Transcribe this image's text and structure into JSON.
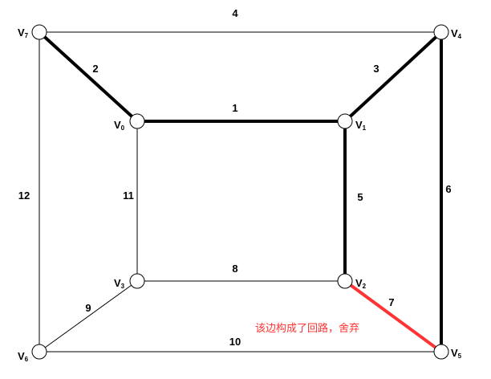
{
  "graph": {
    "vertices": [
      {
        "id": "V0",
        "letter": "V",
        "sub": "0"
      },
      {
        "id": "V1",
        "letter": "V",
        "sub": "1"
      },
      {
        "id": "V2",
        "letter": "V",
        "sub": "2"
      },
      {
        "id": "V3",
        "letter": "V",
        "sub": "3"
      },
      {
        "id": "V4",
        "letter": "V",
        "sub": "4"
      },
      {
        "id": "V5",
        "letter": "V",
        "sub": "5"
      },
      {
        "id": "V6",
        "letter": "V",
        "sub": "6"
      },
      {
        "id": "V7",
        "letter": "V",
        "sub": "7"
      }
    ],
    "edges": [
      {
        "from": "V0",
        "to": "V1",
        "weight": "1",
        "state": "selected"
      },
      {
        "from": "V0",
        "to": "V7",
        "weight": "2",
        "state": "selected"
      },
      {
        "from": "V1",
        "to": "V4",
        "weight": "3",
        "state": "selected"
      },
      {
        "from": "V7",
        "to": "V4",
        "weight": "4",
        "state": "normal"
      },
      {
        "from": "V1",
        "to": "V2",
        "weight": "5",
        "state": "selected"
      },
      {
        "from": "V4",
        "to": "V5",
        "weight": "6",
        "state": "selected"
      },
      {
        "from": "V2",
        "to": "V5",
        "weight": "7",
        "state": "rejected"
      },
      {
        "from": "V3",
        "to": "V2",
        "weight": "8",
        "state": "normal"
      },
      {
        "from": "V3",
        "to": "V6",
        "weight": "9",
        "state": "normal"
      },
      {
        "from": "V6",
        "to": "V5",
        "weight": "10",
        "state": "normal"
      },
      {
        "from": "V0",
        "to": "V3",
        "weight": "11",
        "state": "normal"
      },
      {
        "from": "V7",
        "to": "V6",
        "weight": "12",
        "state": "normal"
      }
    ],
    "annotation": "该边构成了回路，舍弃"
  },
  "colors": {
    "selected_edge": "#000000",
    "normal_edge": "#000000",
    "rejected_edge": "#ff3333",
    "annotation": "#ff3333",
    "vertex_fill": "#ffffff",
    "vertex_stroke": "#000000"
  }
}
